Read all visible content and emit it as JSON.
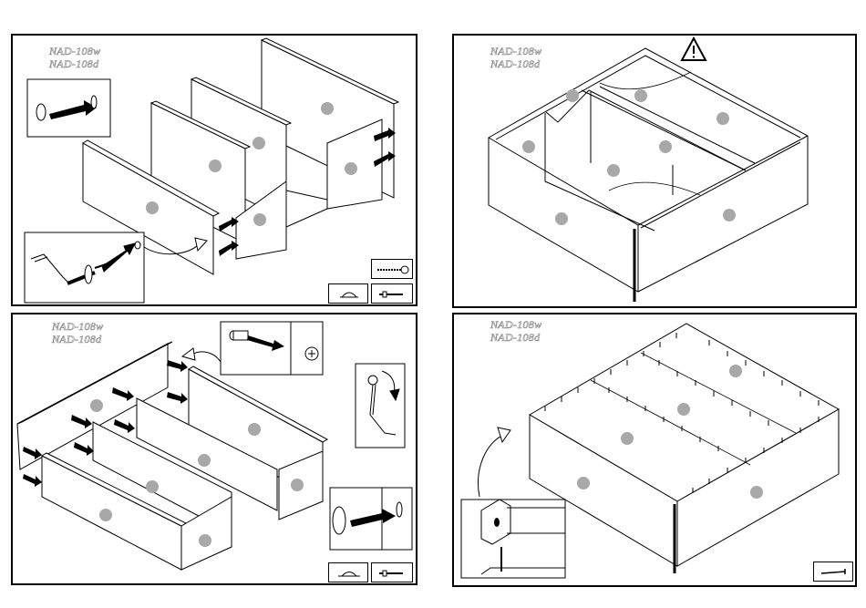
{
  "steps": [
    {
      "models": [
        "NAD-108w",
        "NAD-108d"
      ]
    },
    {
      "models": [
        "NAD-108w",
        "NAD-108d"
      ]
    },
    {
      "models": [
        "NAD-108w",
        "NAD-108d"
      ]
    },
    {
      "models": [
        "NAD-108w",
        "NAD-108d"
      ]
    }
  ],
  "colors": {
    "line": "#000000",
    "hole": "#a8a8a8",
    "model_text": "#8a8a8a",
    "background": "#ffffff"
  },
  "icons": [
    "warning-icon",
    "cam-lock-icon",
    "dowel-icon",
    "screwdriver-icon",
    "screw-icon",
    "nail-icon",
    "cam-bolt-icon",
    "hammer-icon"
  ]
}
